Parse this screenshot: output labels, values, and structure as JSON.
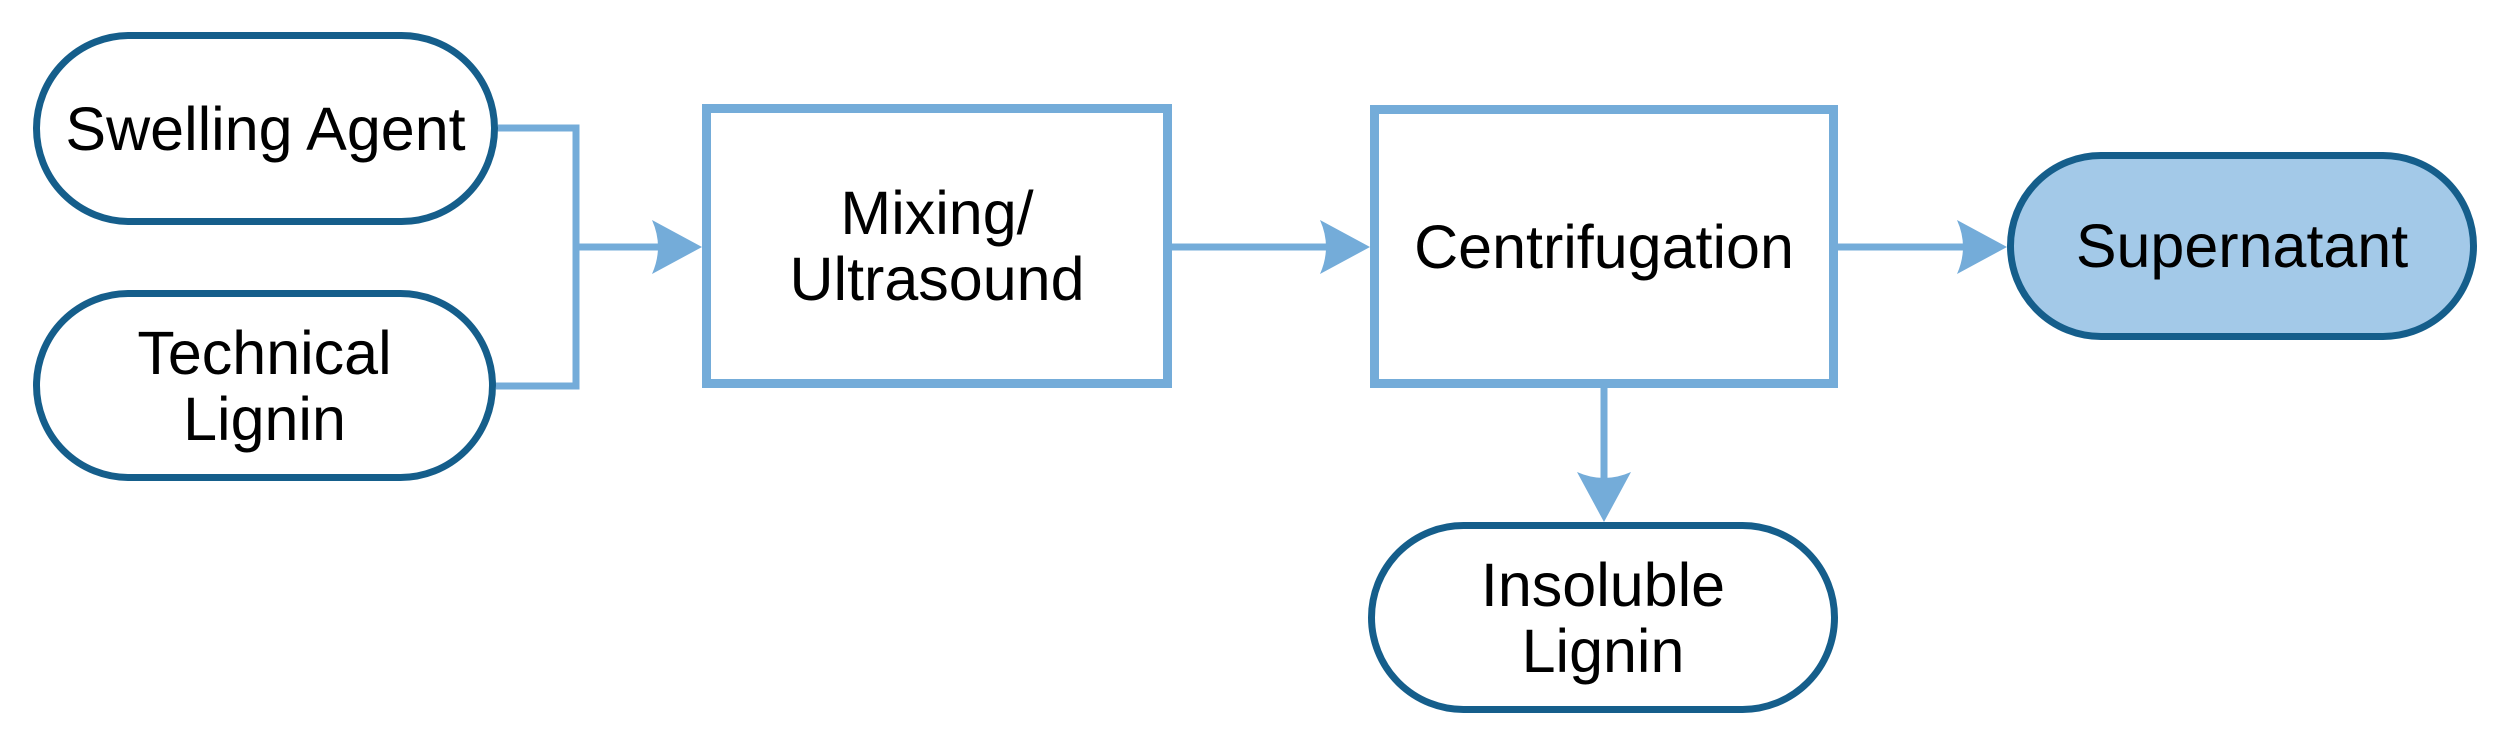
{
  "diagram": {
    "type": "flowchart",
    "title": "",
    "nodes": {
      "swelling_agent": {
        "label": "Swelling Agent",
        "shape": "pill",
        "fill": "#FFFFFF"
      },
      "technical_lignin": {
        "line1": "Technical",
        "line2": "Lignin",
        "shape": "pill",
        "fill": "#FFFFFF"
      },
      "mixing": {
        "line1": "Mixing/",
        "line2": "Ultrasound",
        "shape": "rectangle",
        "fill": "#FFFFFF"
      },
      "centrifugation": {
        "label": "Centrifugation",
        "shape": "rectangle",
        "fill": "#FFFFFF"
      },
      "supernatant": {
        "label": "Supernatant",
        "shape": "pill",
        "fill": "#A3C9E8"
      },
      "insoluble_lignin": {
        "line1": "Insoluble",
        "line2": "Lignin",
        "shape": "pill",
        "fill": "#FFFFFF"
      }
    },
    "edges": [
      {
        "from": "Swelling Agent",
        "to": "Mixing/Ultrasound",
        "arrow": true
      },
      {
        "from": "Technical Lignin",
        "to": "Mixing/Ultrasound",
        "arrow": true
      },
      {
        "from": "Mixing/Ultrasound",
        "to": "Centrifugation",
        "arrow": true
      },
      {
        "from": "Centrifugation",
        "to": "Supernatant",
        "arrow": true
      },
      {
        "from": "Centrifugation",
        "to": "Insoluble Lignin",
        "arrow": true
      }
    ]
  },
  "colors": {
    "node_border_dark": "#155E8B",
    "connector_blue": "#74ACD9",
    "supernatant_fill": "#A3C9E8",
    "text": "#000000",
    "background": "#FFFFFF"
  }
}
